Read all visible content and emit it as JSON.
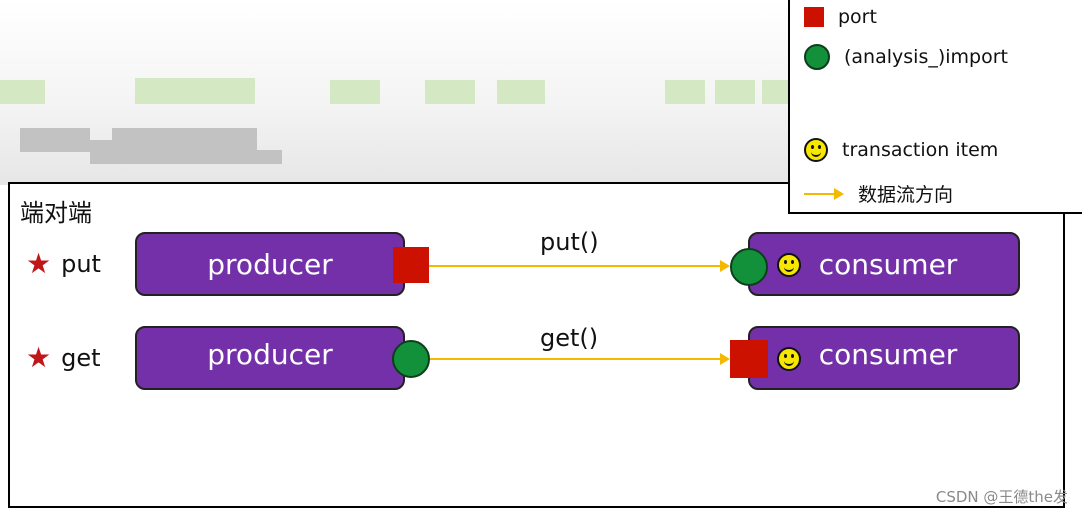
{
  "diagram": {
    "title": "端对端",
    "rows": [
      {
        "label": "put",
        "producer": "producer",
        "consumer": "consumer",
        "method": "put()"
      },
      {
        "label": "get",
        "producer": "producer",
        "consumer": "consumer",
        "method": "get()"
      }
    ]
  },
  "legend": {
    "items": [
      {
        "label": "port",
        "icon": "red-square-icon"
      },
      {
        "label": "(analysis_)import",
        "icon": "green-circle-icon"
      },
      {
        "label": "transaction item",
        "icon": "smiley-icon"
      },
      {
        "label": "数据流方向",
        "icon": "yellow-arrow-icon"
      }
    ]
  },
  "colors": {
    "box": "#7430a8",
    "port": "#cc1100",
    "import": "#12913a",
    "arrow": "#f5b800",
    "star": "#c0161a"
  },
  "watermark": "CSDN @王德the发"
}
